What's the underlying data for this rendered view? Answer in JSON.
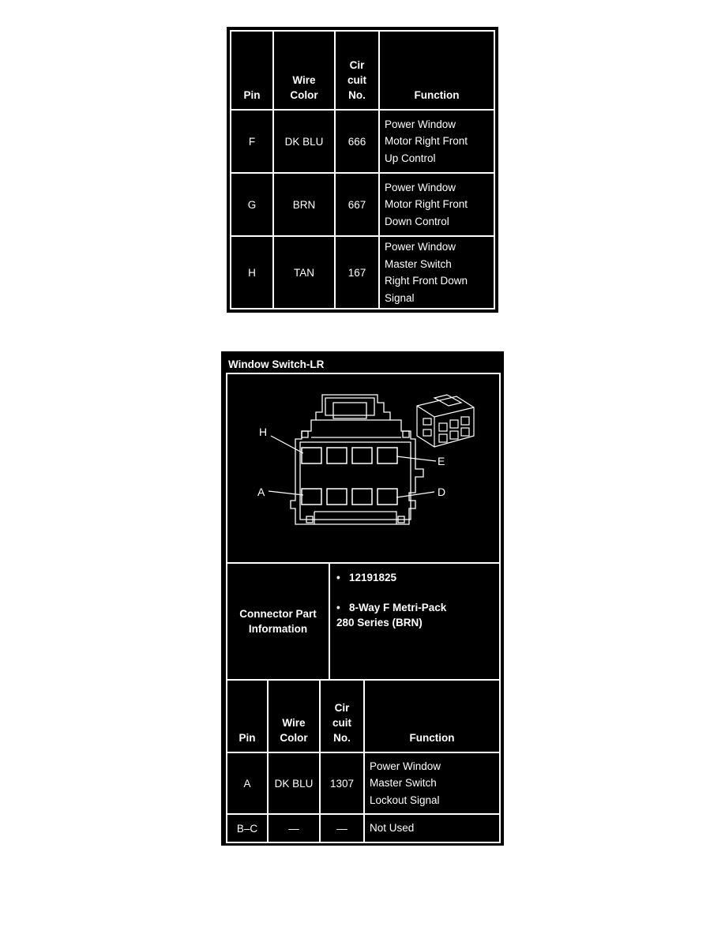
{
  "table1": {
    "headers": {
      "pin": "Pin",
      "wire_color_1": "Wire",
      "wire_color_2": "Color",
      "circuit_1": "Cir",
      "circuit_2": "cuit",
      "circuit_3": "No.",
      "function": "Function"
    },
    "rows": [
      {
        "pin": "F",
        "color": "DK BLU",
        "circuit": "666",
        "function_lines": [
          "Power Window",
          "Motor Right Front",
          "Up Control"
        ]
      },
      {
        "pin": "G",
        "color": "BRN",
        "circuit": "667",
        "function_lines": [
          "Power Window",
          "Motor Right Front",
          "Down Control"
        ]
      },
      {
        "pin": "H",
        "color": "TAN",
        "circuit": "167",
        "function_lines": [
          "Power Window",
          "Master Switch",
          "Right Front Down",
          "Signal"
        ]
      }
    ]
  },
  "table2": {
    "title": "Window Switch-LR",
    "diagram_labels": {
      "h": "H",
      "a": "A",
      "e": "E",
      "d": "D"
    },
    "connector_info": {
      "label_1": "Connector Part",
      "label_2": "Information",
      "items": [
        "12191825",
        "8-Way F Metri-Pack"
      ],
      "item2_line2": "280 Series (BRN)",
      "bullet": "•"
    },
    "headers": {
      "pin": "Pin",
      "wire_color_1": "Wire",
      "wire_color_2": "Color",
      "circuit_1": "Cir",
      "circuit_2": "cuit",
      "circuit_3": "No.",
      "function": "Function"
    },
    "rows": [
      {
        "pin": "A",
        "color": "DK BLU",
        "circuit": "1307",
        "function_lines": [
          "Power Window",
          "Master Switch",
          "Lockout Signal"
        ]
      },
      {
        "pin": "B–C",
        "color": "—",
        "circuit": "—",
        "function_lines": [
          "Not Used"
        ]
      }
    ]
  }
}
